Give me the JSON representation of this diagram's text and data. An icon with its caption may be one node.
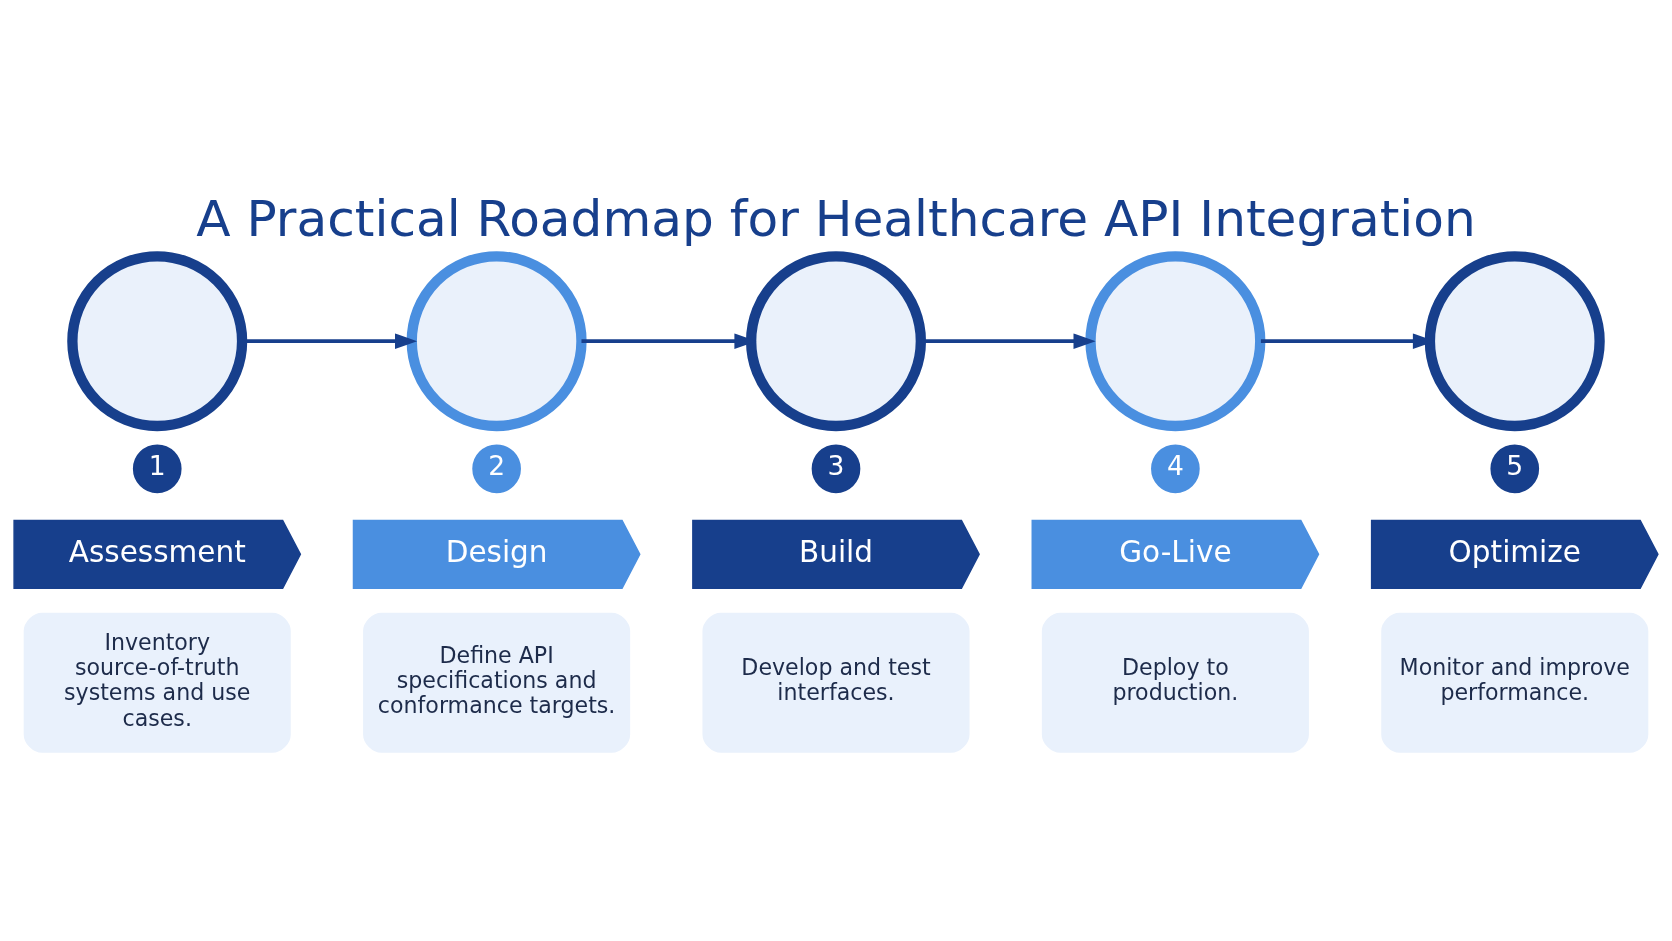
{
  "diagram": {
    "title": "A Practical Roadmap for Healthcare API Integration",
    "nodes": [
      {
        "text": [],
        "shape": "circle"
      },
      {
        "text": [
          "1"
        ]
      },
      {
        "text": [
          "Assessment"
        ]
      },
      {
        "text": [
          "Inventory source-of-truth systems and use cases."
        ]
      },
      {
        "text": [],
        "shape": "circle"
      },
      {
        "text": [
          "2"
        ]
      },
      {
        "text": [
          "Design"
        ]
      },
      {
        "text": [
          "Define API specifications and conformance targets."
        ]
      },
      {
        "text": [],
        "shape": "circle"
      },
      {
        "text": [
          "3"
        ]
      },
      {
        "text": [
          "Build"
        ]
      },
      {
        "text": [
          "Develop and test interfaces."
        ]
      },
      {
        "text": [],
        "shape": "circle"
      },
      {
        "text": [
          "4"
        ]
      },
      {
        "text": [
          "Go-Live"
        ]
      },
      {
        "text": [
          "Deploy to production."
        ]
      },
      {
        "text": [],
        "shape": "circle"
      },
      {
        "text": [
          "5"
        ]
      },
      {
        "text": [
          "Optimize"
        ]
      },
      {
        "text": [
          "Monitor and improve performance."
        ]
      }
    ],
    "edges": [
      {
        "from": 0,
        "to": 4,
        "arrow": "to"
      },
      {
        "from": 4,
        "to": 8,
        "arrow": "to"
      },
      {
        "from": 8,
        "to": 12,
        "arrow": "to"
      },
      {
        "from": 12,
        "to": 16,
        "arrow": "to"
      }
    ]
  }
}
